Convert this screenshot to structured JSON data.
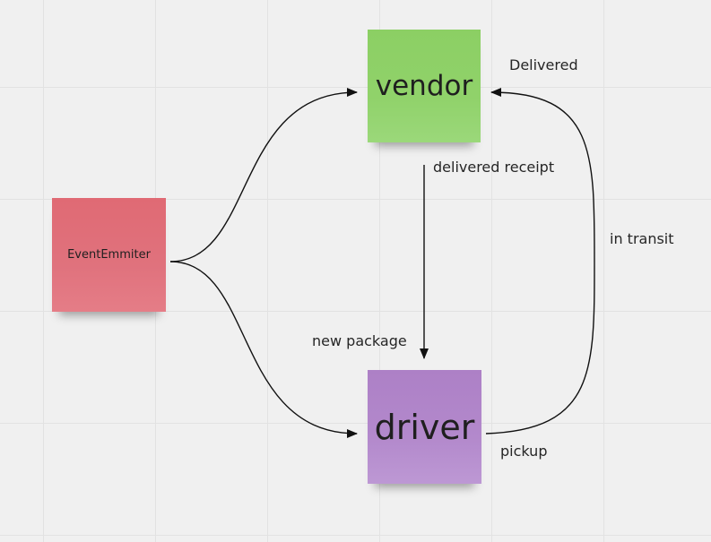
{
  "nodes": {
    "event_emitter": "EventEmmiter",
    "vendor": "vendor",
    "driver": "driver"
  },
  "edges": {
    "delivered": "Delivered",
    "delivered_receipt": "delivered receipt",
    "in_transit": "in transit",
    "new_package": "new package",
    "pickup": "pickup"
  },
  "colors": {
    "event_emitter": "#e0727d",
    "vendor": "#90d26a",
    "driver": "#b389cc",
    "canvas": "#f0f0f0",
    "grid": "#e2e2e2",
    "connector": "#111111"
  }
}
